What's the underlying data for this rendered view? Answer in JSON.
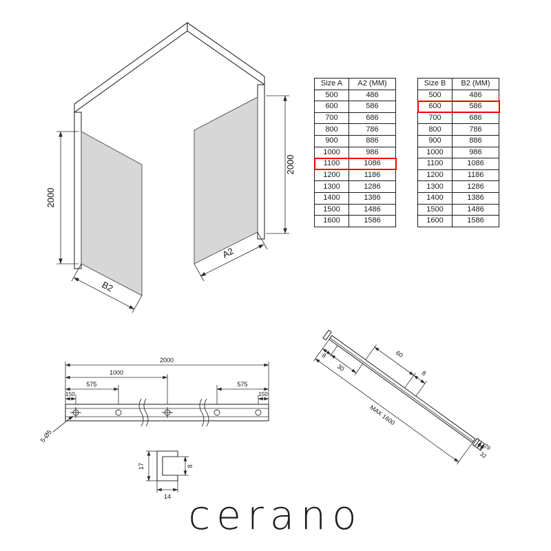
{
  "logo": "cerano",
  "tables": [
    {
      "name": "size-a",
      "headers": [
        "Size A",
        "A2 (MM)"
      ],
      "rows": [
        [
          "500",
          "486"
        ],
        [
          "600",
          "586"
        ],
        [
          "700",
          "686"
        ],
        [
          "800",
          "786"
        ],
        [
          "900",
          "886"
        ],
        [
          "1000",
          "986"
        ],
        [
          "1100",
          "1086"
        ],
        [
          "1200",
          "1186"
        ],
        [
          "1300",
          "1286"
        ],
        [
          "1400",
          "1386"
        ],
        [
          "1500",
          "1486"
        ],
        [
          "1600",
          "1586"
        ]
      ],
      "highlighted_row_index": 6,
      "highlight_color": "#ee0000"
    },
    {
      "name": "size-b",
      "headers": [
        "Size B",
        "B2 (MM)"
      ],
      "rows": [
        [
          "500",
          "486"
        ],
        [
          "600",
          "586"
        ],
        [
          "700",
          "686"
        ],
        [
          "800",
          "786"
        ],
        [
          "900",
          "886"
        ],
        [
          "1000",
          "986"
        ],
        [
          "1100",
          "1086"
        ],
        [
          "1200",
          "1186"
        ],
        [
          "1300",
          "1286"
        ],
        [
          "1400",
          "1386"
        ],
        [
          "1500",
          "1486"
        ],
        [
          "1600",
          "1586"
        ]
      ],
      "highlighted_row_index": 1,
      "highlight_color": "#ee0000"
    }
  ],
  "enclosure": {
    "height_left": "2000",
    "height_right": "2000",
    "width_label_left": "B2",
    "width_label_right": "A2",
    "glass_color": "#d7d7d7"
  },
  "rail": {
    "total_length": "2000",
    "center_distance": "1000",
    "hole_spacing_left": "575",
    "hole_spacing_right": "575",
    "end_offset_left": "150",
    "end_offset_right": "150",
    "hole_callout": "5-Ø5",
    "section_height": "17",
    "section_opening": "8",
    "section_width": "14"
  },
  "support_bar": {
    "dim_8_start": "8",
    "dim_30": "30",
    "dim_60": "60",
    "dim_8_end": "8",
    "max_length": "MAX 1600",
    "end_dim_a": "29",
    "end_dim_b": "32"
  }
}
